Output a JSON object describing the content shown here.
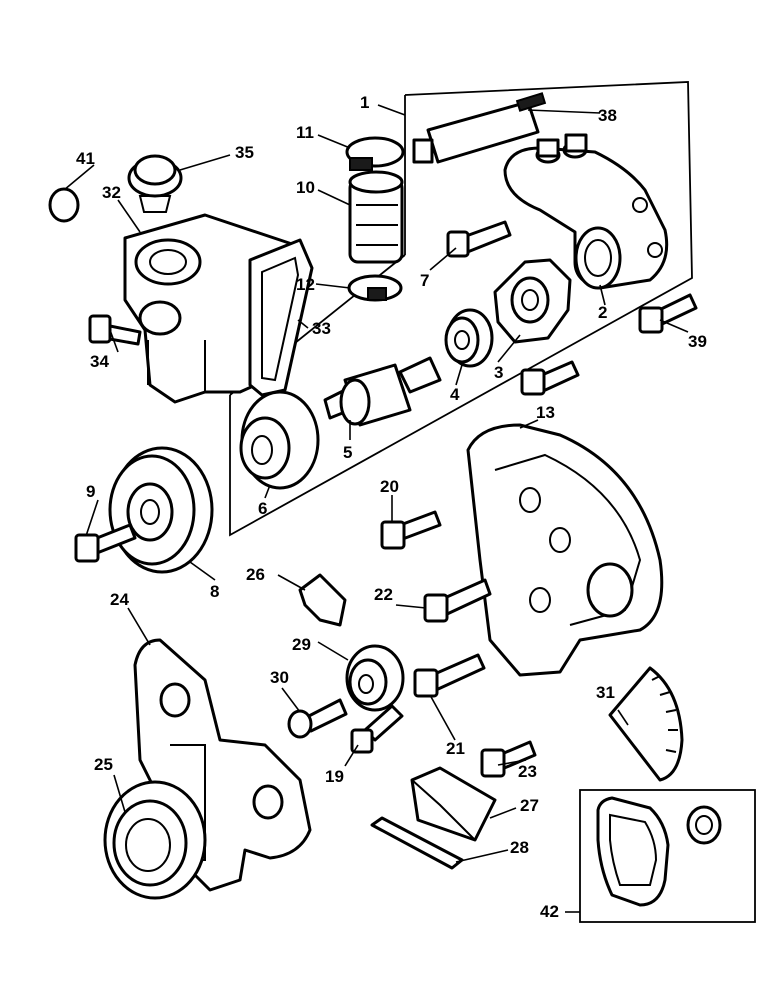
{
  "callouts": [
    "1",
    "2",
    "3",
    "4",
    "5",
    "6",
    "7",
    "8",
    "9",
    "10",
    "11",
    "12",
    "13",
    "19",
    "20",
    "21",
    "22",
    "23",
    "24",
    "25",
    "26",
    "27",
    "28",
    "29",
    "30",
    "31",
    "32",
    "33",
    "34",
    "35",
    "38",
    "39",
    "41",
    "42"
  ]
}
